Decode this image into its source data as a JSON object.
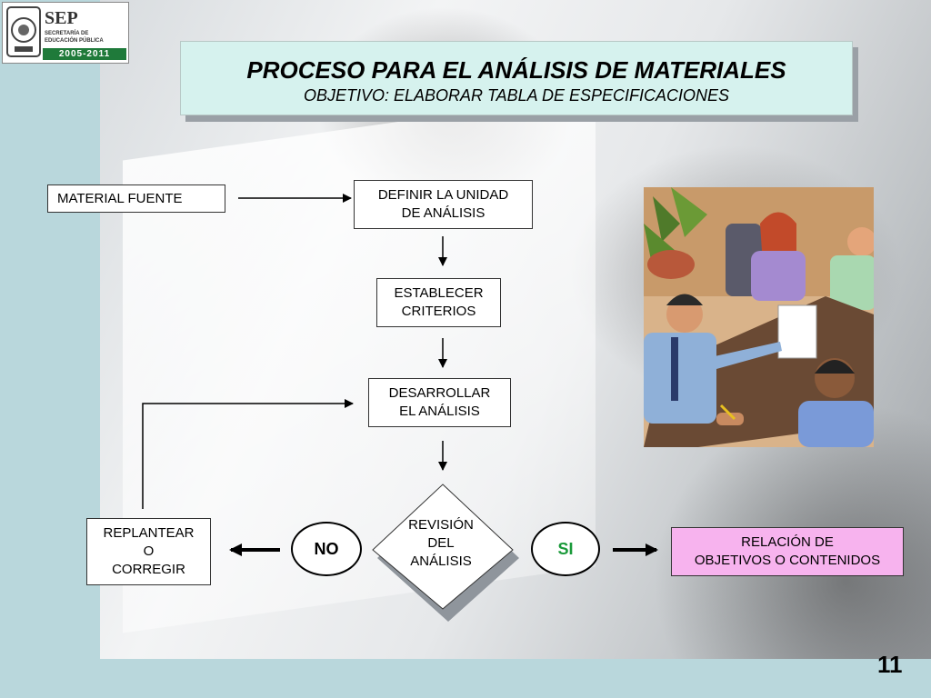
{
  "logo": {
    "name": "SEP",
    "line1": "SECRETARÍA DE",
    "line2": "EDUCACIÓN PÚBLICA",
    "years": "2005-2011"
  },
  "title": {
    "main": "PROCESO PARA EL ANÁLISIS DE MATERIALES",
    "subtitle": "OBJETIVO: ELABORAR TABLA DE ESPECIFICACIONES"
  },
  "flow": {
    "material_fuente": "MATERIAL FUENTE",
    "definir_1": "DEFINIR  LA UNIDAD",
    "definir_2": "DE ANÁLISIS",
    "establecer_1": "ESTABLECER",
    "establecer_2": "CRITERIOS",
    "desarrollar_1": "DESARROLLAR",
    "desarrollar_2": "EL ANÁLISIS",
    "revision_1": "REVISIÓN",
    "revision_2": "DEL",
    "revision_3": "ANÁLISIS",
    "no": "NO",
    "si": "SI",
    "replantear_1": "REPLANTEAR",
    "replantear_2": "O",
    "replantear_3": "CORREGIR",
    "relacion_1": "RELACIÓN DE",
    "relacion_2": "OBJETIVOS O CONTENIDOS"
  },
  "colors": {
    "title_bg": "#d6f2ee",
    "si_text": "#1a9a3a",
    "pink_box": "#f7b3ee"
  },
  "icons": {
    "meeting_clipart": "meeting-illustration",
    "seal": "seal-icon"
  },
  "page_number": "11"
}
